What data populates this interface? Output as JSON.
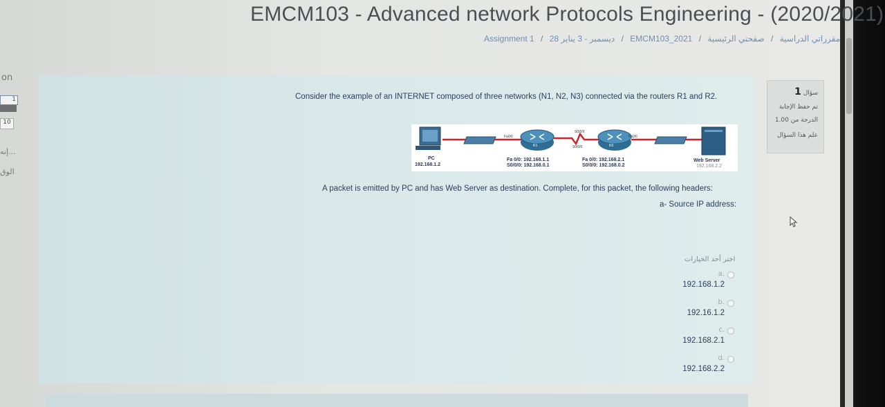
{
  "header": {
    "course_title": "EMCM103 - Advanced network Protocols Engineering - (2020/2021)",
    "breadcrumb": {
      "home": "صفحتي الرئيسية",
      "my_courses": "مقرراتي الدراسية",
      "course": "EMCM103_2021",
      "section": "28 ديسمبر - 3 يناير",
      "activity": "Assignment 1"
    }
  },
  "left_nav": {
    "label_top": "on",
    "page_one": "1",
    "page_ten": "10",
    "text_1": "إنه...",
    "text_2": "الوق"
  },
  "question_info": {
    "question_label": "سؤال",
    "question_number": "1",
    "status": "تم حفظ الإجابة",
    "mark": "الدرجة من 1.00",
    "flag": "علم هذا السؤال"
  },
  "question": {
    "text": "Consider the example of an INTERNET composed of three networks (N1, N2, N3) connected via the routers R1 and R2.",
    "prompt": "A packet is emitted by PC and has Web Server as destination. Complete, for this packet, the following headers:",
    "subquestion": "a- Source IP address:",
    "choose_label": "اختر أحد الخيارات"
  },
  "diagram": {
    "pc_label": "PC",
    "pc_ip": "192.168.1.2",
    "r1_name": "R1",
    "r1_fa": "Fa 0/0: 192.168.1.1",
    "r1_s": "S0/0/0: 192.168.0.1",
    "r1_port": "Fa0/0",
    "r2_name": "R2",
    "r2_fa": "Fa 0/0: 192.168.2.1",
    "r2_s": "S0/0/0: 192.168.0.2",
    "r2_port": "Fa0/0",
    "serial_top": "S0/0/0",
    "serial_bottom": "S0/0/0",
    "server_label": "Web Server",
    "server_ip": "192.168.2.2",
    "colors": {
      "link": "#d2232a",
      "switch": "#4a7fa8",
      "router": "#3e7ca2",
      "server": "#2d5f86"
    }
  },
  "options": [
    {
      "letter": "a.",
      "value": "192.168.1.2"
    },
    {
      "letter": "b.",
      "value": "192.16.1.2"
    },
    {
      "letter": "c.",
      "value": "192.168.2.1"
    },
    {
      "letter": "d.",
      "value": "192.168.2.2"
    }
  ]
}
